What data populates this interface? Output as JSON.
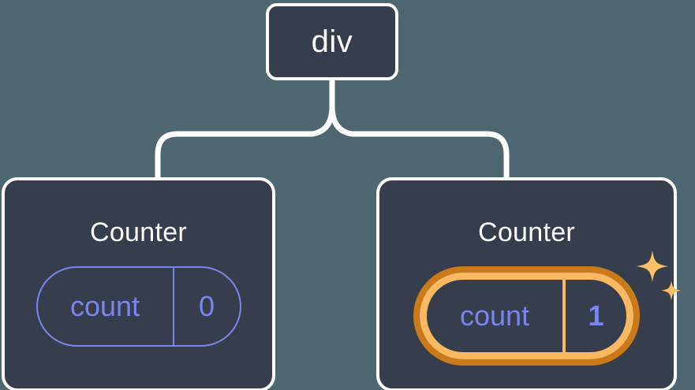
{
  "diagram": {
    "type": "component-tree",
    "title_present": false,
    "colors": {
      "background": "#4d6670",
      "card_fill": "#363d4c",
      "card_stroke": "#ffffff",
      "accent_blue": "#7b85ee",
      "highlight_outer": "#cb7a19",
      "highlight_inner": "#f9b861",
      "text_white": "#ffffff"
    },
    "root": {
      "label": "div"
    },
    "children": [
      {
        "label": "Counter",
        "state": {
          "key": "count",
          "value": "0"
        },
        "highlighted": false,
        "sparkles": false
      },
      {
        "label": "Counter",
        "state": {
          "key": "count",
          "value": "1"
        },
        "highlighted": true,
        "sparkles": true,
        "sparkle_icons": [
          "sparkle-large",
          "sparkle-small"
        ]
      }
    ],
    "edges": [
      {
        "from": "div",
        "to": "Counter-left"
      },
      {
        "from": "div",
        "to": "Counter-right"
      }
    ]
  }
}
